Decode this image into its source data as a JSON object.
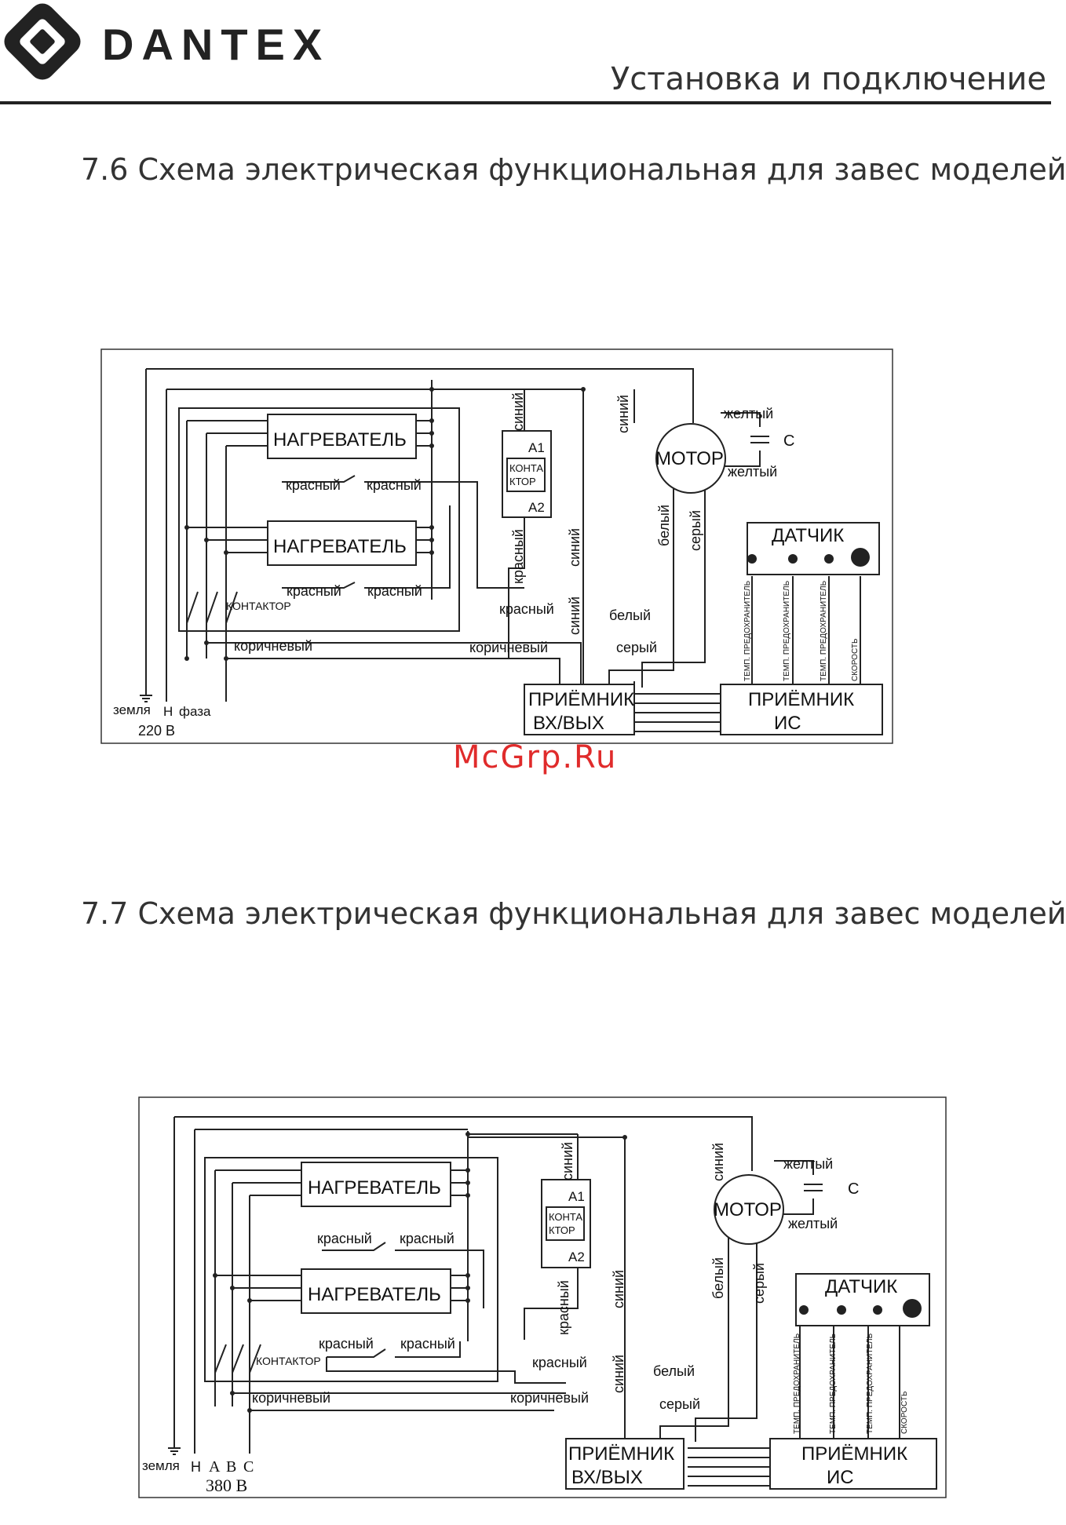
{
  "header": {
    "brand": "DANTEX",
    "section": "Установка и подключение"
  },
  "watermark": "McGrp.Ru",
  "diagrams": [
    {
      "title": "7.6 Схема электрическая функциональная для завес моделей",
      "heater1": "НАГРЕВАТЕЛЬ",
      "heater2": "НАГРЕВАТЕЛЬ",
      "contactor_a1": "A1",
      "contactor_label": [
        "КОНТА",
        "КТОР"
      ],
      "contactor_a2": "A2",
      "motor": "МОТОР",
      "capacitor": "C",
      "sensor": "ДАТЧИК",
      "receiver_io": [
        "ПРИЁМНИК",
        "ВХ/ВЫХ"
      ],
      "receiver_ir": [
        "ПРИЁМНИК",
        "ИС"
      ],
      "contactor_small": "КОНТАКТОР",
      "wires": {
        "red": "красный",
        "blue": "синий",
        "white": "белый",
        "grey": "серый",
        "yellow": "желтый",
        "brown": "коричневый"
      },
      "sensor_pins": [
        "ТЕМП. ПРЕДОХРАНИТЕЛЬ",
        "ТЕМП. ПРЕДОХРАНИТЕЛЬ",
        "ТЕМП. ПРЕДОХРАНИТЕЛЬ",
        "СКОРОСТЬ"
      ],
      "supply": {
        "ground": "земля",
        "neutral": "Н",
        "phase": "фаза",
        "voltage": "220 В"
      }
    },
    {
      "title": "7.7 Схема электрическая функциональная для завес моделей",
      "heater1": "НАГРЕВАТЕЛЬ",
      "heater2": "НАГРЕВАТЕЛЬ",
      "contactor_a1": "A1",
      "contactor_label": [
        "КОНТА",
        "КТОР"
      ],
      "contactor_a2": "A2",
      "motor": "МОТОР",
      "capacitor": "C",
      "sensor": "ДАТЧИК",
      "receiver_io": [
        "ПРИЁМНИК",
        "ВХ/ВЫХ"
      ],
      "receiver_ir": [
        "ПРИЁМНИК",
        "ИС"
      ],
      "contactor_small": "КОНТАКТОР",
      "wires": {
        "red": "красный",
        "blue": "синий",
        "white": "белый",
        "grey": "серый",
        "yellow": "желтый",
        "brown": "коричневый"
      },
      "sensor_pins": [
        "ТЕМП. ПРЕДОХРАНИТЕЛЬ",
        "ТЕМП. ПРЕДОХРАНИТЕЛЬ",
        "ТЕМП. ПРЕДОХРАНИТЕЛЬ",
        "СКОРОСТЬ"
      ],
      "supply": {
        "ground": "земля",
        "neutral": "Н",
        "phase_a": "A",
        "phase_b": "B",
        "phase_c": "C",
        "voltage": "380 В"
      }
    }
  ]
}
